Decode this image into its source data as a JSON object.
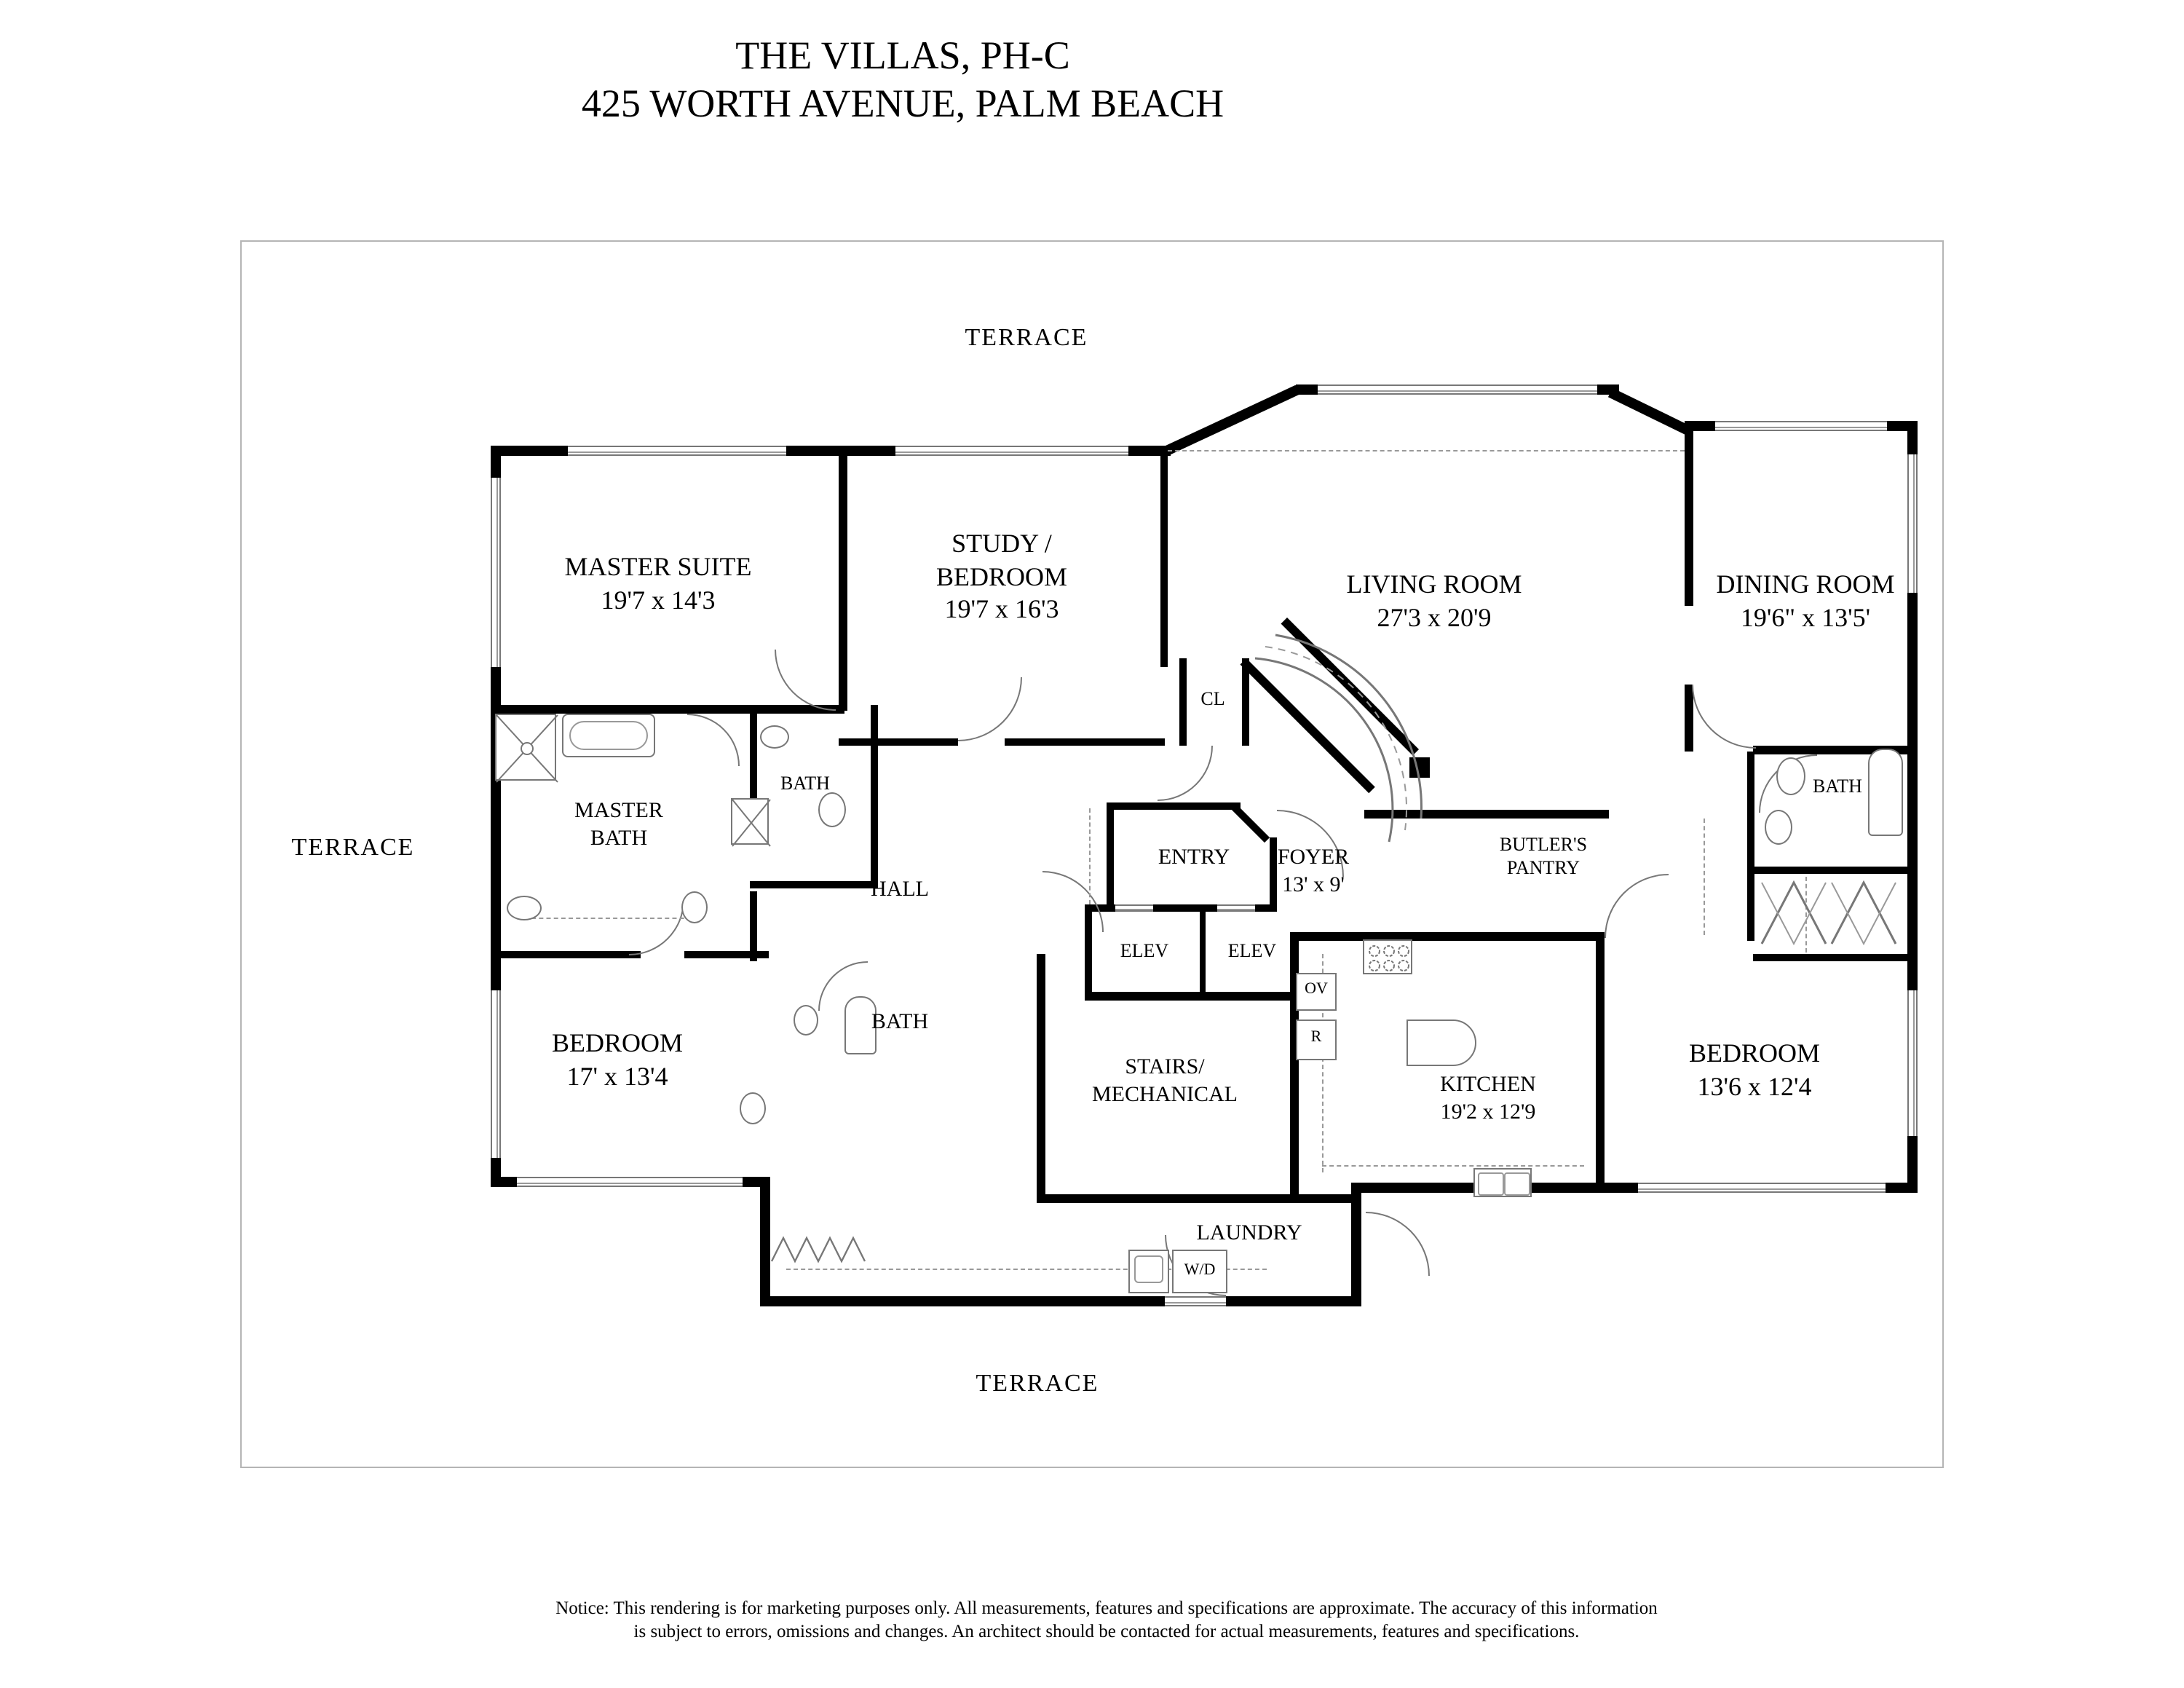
{
  "title": {
    "line1": "THE VILLAS, PH-C",
    "line2": "425 WORTH AVENUE, PALM BEACH"
  },
  "terrace": {
    "top": "TERRACE",
    "left": "TERRACE",
    "bottom": "TERRACE"
  },
  "rooms": {
    "master_suite": {
      "l1": "MASTER SUITE",
      "l2": "19'7 x 14'3"
    },
    "study": {
      "l1": "STUDY /",
      "l2": "BEDROOM",
      "l3": "19'7 x 16'3"
    },
    "living": {
      "l1": "LIVING ROOM",
      "l2": "27'3 x 20'9"
    },
    "dining": {
      "l1": "DINING ROOM",
      "l2": "19'6\" x 13'5'"
    },
    "master_bath": {
      "l1": "MASTER",
      "l2": "BATH"
    },
    "bath_upper": {
      "l1": "BATH"
    },
    "hall": {
      "l1": "HALL"
    },
    "cl": {
      "l1": "CL"
    },
    "entry": {
      "l1": "ENTRY"
    },
    "foyer": {
      "l1": "FOYER",
      "l2": "13' x 9'"
    },
    "butlers_pantry": {
      "l1": "BUTLER'S",
      "l2": "PANTRY"
    },
    "bath_right": {
      "l1": "BATH"
    },
    "bedroom_left": {
      "l1": "BEDROOM",
      "l2": "17' x 13'4"
    },
    "bath_lower": {
      "l1": "BATH"
    },
    "elev_left": {
      "l1": "ELEV"
    },
    "elev_right": {
      "l1": "ELEV"
    },
    "oven": {
      "l1": "OV"
    },
    "range": {
      "l1": "R"
    },
    "stairs": {
      "l1": "STAIRS/",
      "l2": "MECHANICAL"
    },
    "kitchen": {
      "l1": "KITCHEN",
      "l2": "19'2 x 12'9"
    },
    "bedroom_right": {
      "l1": "BEDROOM",
      "l2": "13'6 x 12'4"
    },
    "laundry": {
      "l1": "LAUNDRY"
    },
    "washer_dryer": {
      "l1": "W/D"
    }
  },
  "notice": {
    "line1": "Notice: This rendering is for marketing purposes only. All measurements, features and specifications are approximate. The accuracy of this information",
    "line2": "is subject to errors, omissions and changes. An architect should be contacted for actual measurements, features and specifications."
  },
  "colors": {
    "wall": "#000000",
    "fixture_line": "#777777",
    "terrace_line": "#b5b5b5",
    "text": "#000000"
  }
}
